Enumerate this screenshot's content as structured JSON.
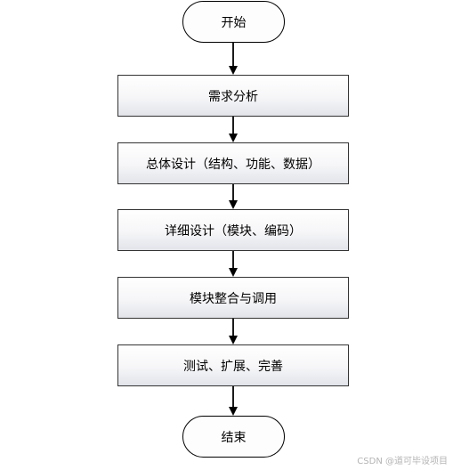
{
  "flowchart": {
    "start_label": "开始",
    "steps": [
      "需求分析",
      "总体设计（结构、功能、数据）",
      "详细设计（模块、编码）",
      "模块整合与调用",
      "测试、扩展、完善"
    ],
    "end_label": "结束"
  },
  "watermark": "CSDN @道可毕设项目"
}
